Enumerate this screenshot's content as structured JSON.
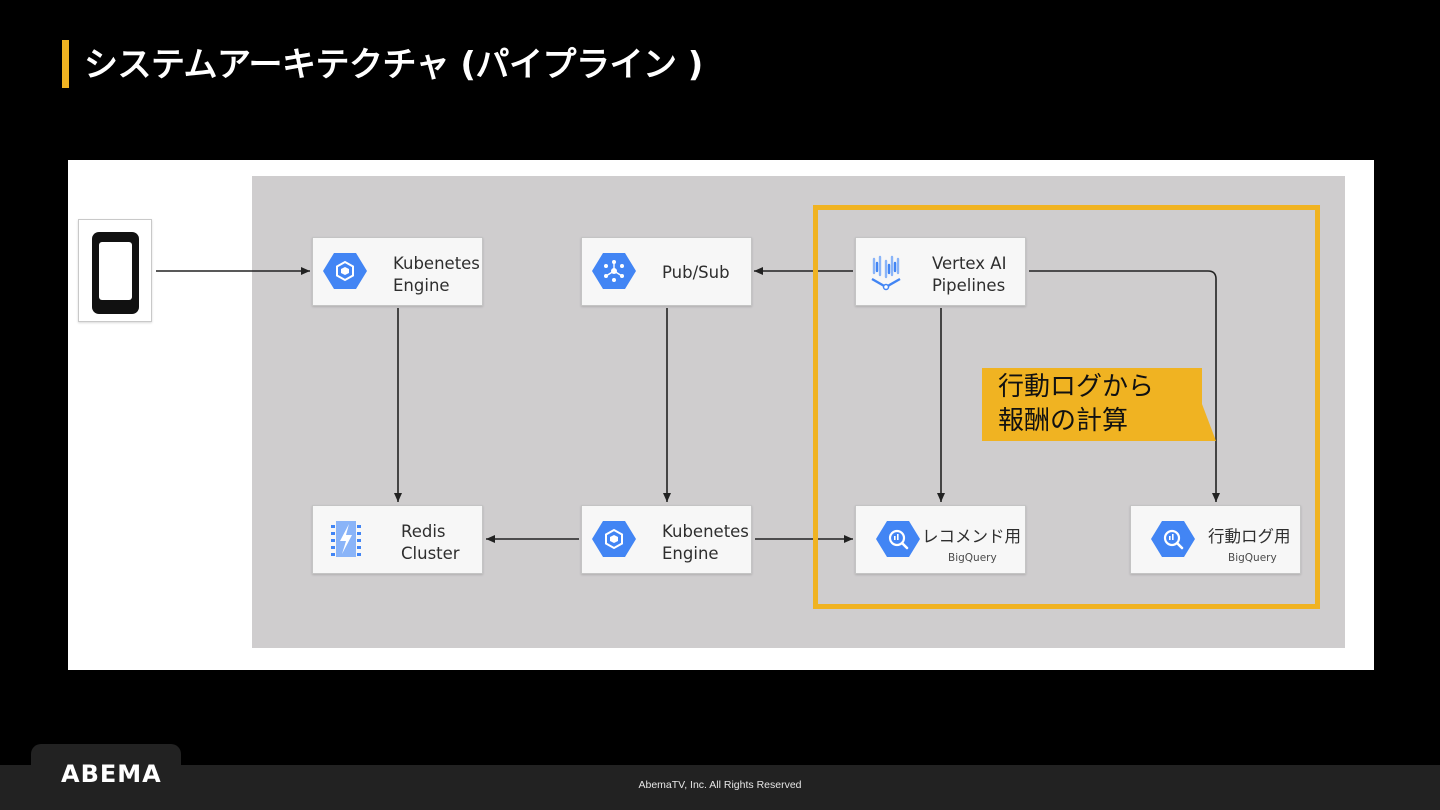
{
  "slide": {
    "title": "システムアーキテクチャ (パイプライン )"
  },
  "nodes": {
    "gke_top": {
      "label": "Kubenetes\nEngine",
      "icon": "kubernetes-engine-icon"
    },
    "pubsub": {
      "label": "Pub/Sub",
      "icon": "pubsub-icon"
    },
    "vertex": {
      "label": "Vertex AI\nPipelines",
      "icon": "vertex-ai-icon"
    },
    "redis": {
      "label": "Redis\nCluster",
      "icon": "memorystore-icon"
    },
    "gke_bottom": {
      "label": "Kubenetes\nEngine",
      "icon": "kubernetes-engine-icon"
    },
    "bq_reco": {
      "label": "レコメンド用",
      "sub": "BigQuery",
      "icon": "bigquery-icon"
    },
    "bq_log": {
      "label": "行動ログ用",
      "sub": "BigQuery",
      "icon": "bigquery-icon"
    }
  },
  "callout": {
    "text": "行動ログから\n報酬の計算"
  },
  "colors": {
    "accent": "#f0b322",
    "gcp_blue": "#4285f4",
    "panel_gray": "#cfcdce"
  },
  "footer": {
    "logo": "ABEMA",
    "copyright": "AbemaTV, Inc. All Rights Reserved"
  }
}
